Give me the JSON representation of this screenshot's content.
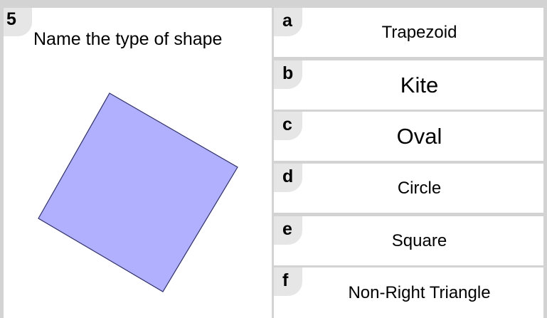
{
  "question": {
    "number": "5",
    "prompt": "Name the type of shape"
  },
  "shape": {
    "fill": "#b0b0ff",
    "stroke": "#30306a"
  },
  "answers": [
    {
      "letter": "a",
      "label": "Trapezoid"
    },
    {
      "letter": "b",
      "label": "Kite"
    },
    {
      "letter": "c",
      "label": "Oval"
    },
    {
      "letter": "d",
      "label": "Circle"
    },
    {
      "letter": "e",
      "label": "Square"
    },
    {
      "letter": "f",
      "label": "Non-Right Triangle"
    }
  ]
}
